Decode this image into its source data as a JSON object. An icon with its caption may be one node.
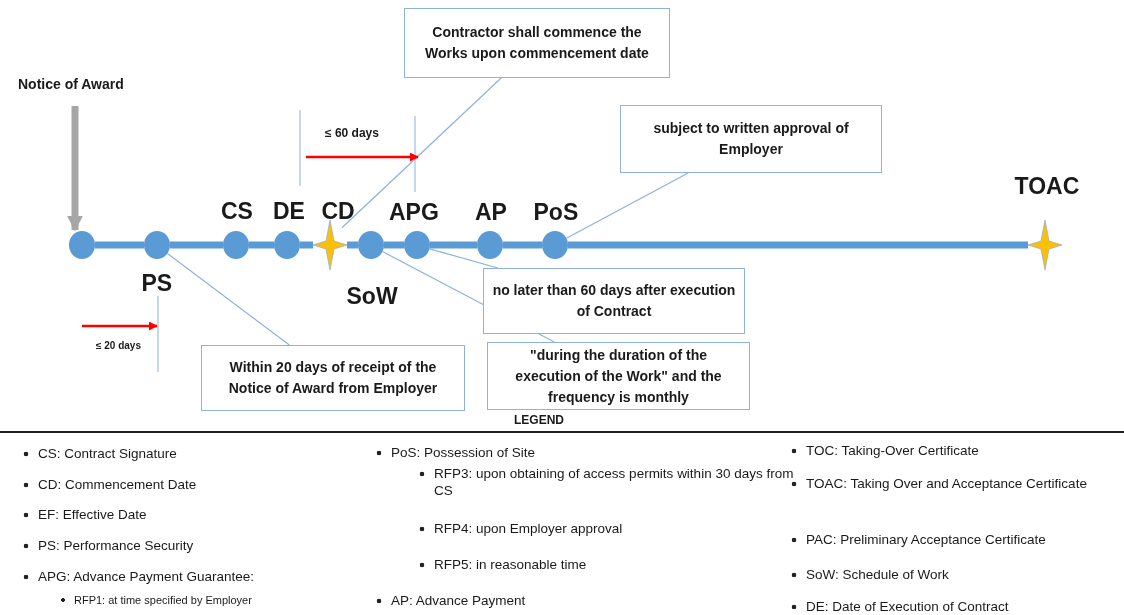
{
  "diagram": {
    "nodes": [
      {
        "text": [
          "Notice of Award"
        ]
      },
      {
        "text": [],
        "shape": "circle"
      },
      {
        "text": [
          "PS"
        ]
      },
      {
        "text": [
          "CS"
        ]
      },
      {
        "text": [
          "DE"
        ]
      },
      {
        "text": [
          "CD"
        ]
      },
      {
        "text": [
          "SoW"
        ]
      },
      {
        "text": [
          "APG"
        ]
      },
      {
        "text": [
          "AP"
        ]
      },
      {
        "text": [
          "PoS"
        ]
      },
      {
        "text": [
          "TOAC"
        ]
      },
      {
        "text": [
          "Contractor shall commence the Works upon commencement date"
        ]
      },
      {
        "text": [
          "subject to written approval of Employer"
        ]
      },
      {
        "text": [
          "no later than 60 days after execution of Contract"
        ]
      },
      {
        "text": [
          "Within 20 days of receipt of the Notice of Award from Employer"
        ]
      },
      {
        "text": [
          "\"during the duration of the execution of the Work\" and the frequency is monthly"
        ]
      }
    ],
    "edges": [
      {
        "from": 0,
        "to": 1,
        "arrow": "to",
        "color": "#a6a6a6"
      },
      {
        "from": 1,
        "to": 2,
        "arrow": "none"
      },
      {
        "from": 2,
        "to": 3,
        "arrow": "none"
      },
      {
        "from": 3,
        "to": 4,
        "arrow": "none"
      },
      {
        "from": 4,
        "to": 5,
        "arrow": "none"
      },
      {
        "from": 5,
        "to": 6,
        "arrow": "none"
      },
      {
        "from": 6,
        "to": 7,
        "arrow": "none"
      },
      {
        "from": 7,
        "to": 8,
        "arrow": "none"
      },
      {
        "from": 8,
        "to": 9,
        "arrow": "none"
      },
      {
        "from": 9,
        "to": 10,
        "arrow": "none"
      },
      {
        "from": 11,
        "to": 5,
        "arrow": "none",
        "color": "#8fb1da"
      },
      {
        "from": 12,
        "to": 9,
        "arrow": "none",
        "color": "#8fb1da"
      },
      {
        "from": 13,
        "to": 7,
        "arrow": "none",
        "color": "#8fb1da"
      },
      {
        "from": 14,
        "to": 2,
        "arrow": "none",
        "color": "#8fb1da"
      },
      {
        "from": 15,
        "to": 6,
        "arrow": "none",
        "color": "#8fb1da"
      }
    ],
    "labels": [
      "≤ 60 days",
      "≤ 20 days",
      "LEGEND",
      "CS: Contract Signature",
      "CD: Commencement Date",
      "EF: Effective Date",
      "PS: Performance Security",
      "APG: Advance Payment Guarantee:",
      "RFP1: at time specified by Employer",
      "PoS: Possession of Site",
      "RFP3: upon obtaining of access permits within 30 days from CS",
      "RFP4: upon Employer approval",
      "RFP5: in reasonable time",
      "AP: Advance Payment",
      "TOC: Taking-Over Certificate",
      "TOAC: Taking Over and Acceptance Certificate",
      "PAC: Preliminary Acceptance Certificate",
      "SoW: Schedule of Work",
      "DE: Date of Execution of Contract"
    ]
  }
}
